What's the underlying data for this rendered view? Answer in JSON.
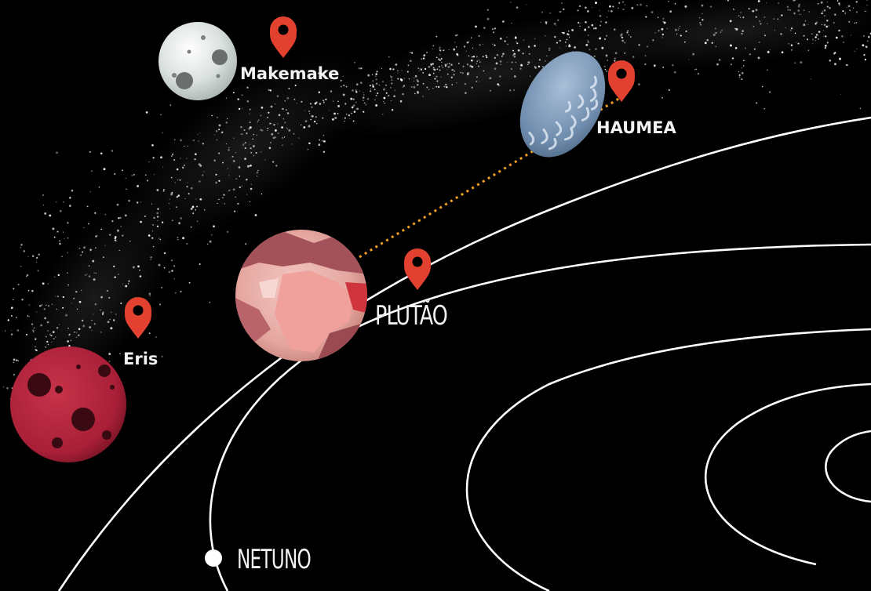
{
  "colors": {
    "background": "#000000",
    "orbit": "#ffffff",
    "pin": "#e2412f",
    "dotted_link": "#f0a020"
  },
  "labels": {
    "makemake": "Makemake",
    "haumea": "HAUMEA",
    "pluto": "PLUTÃO",
    "eris": "Eris",
    "neptune": "NETUNO"
  },
  "icons": {
    "pin": "map-pin-icon"
  }
}
